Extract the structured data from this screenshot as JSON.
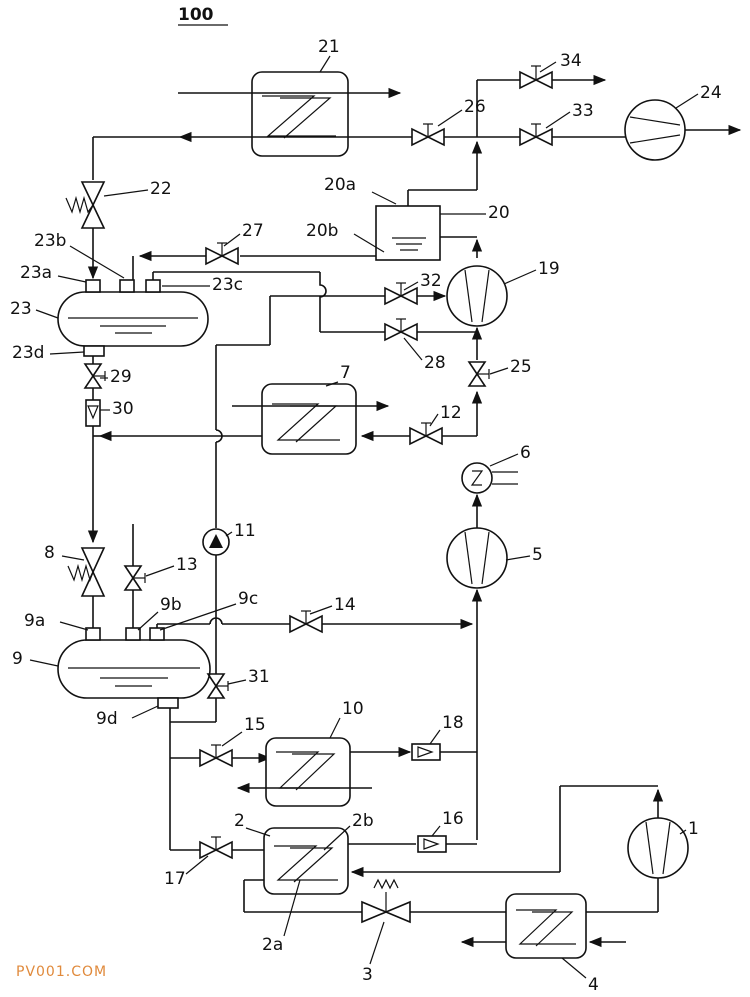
{
  "figure": {
    "number": "100",
    "watermark": "PV001.COM"
  },
  "labels": {
    "l1": "1",
    "l2": "2",
    "l2a": "2a",
    "l2b": "2b",
    "l3": "3",
    "l4": "4",
    "l5": "5",
    "l6": "6",
    "l7": "7",
    "l8": "8",
    "l9": "9",
    "l9a": "9a",
    "l9b": "9b",
    "l9c": "9c",
    "l9d": "9d",
    "l10": "10",
    "l11": "11",
    "l12": "12",
    "l13": "13",
    "l14": "14",
    "l15": "15",
    "l16": "16",
    "l17": "17",
    "l18": "18",
    "l19": "19",
    "l20": "20",
    "l20a": "20a",
    "l20b": "20b",
    "l21": "21",
    "l22": "22",
    "l23": "23",
    "l23a": "23a",
    "l23b": "23b",
    "l23c": "23c",
    "l23d": "23d",
    "l24": "24",
    "l25": "25",
    "l26": "26",
    "l27": "27",
    "l28": "28",
    "l29": "29",
    "l30": "30",
    "l31": "31",
    "l32": "32",
    "l33": "33",
    "l34": "34"
  }
}
